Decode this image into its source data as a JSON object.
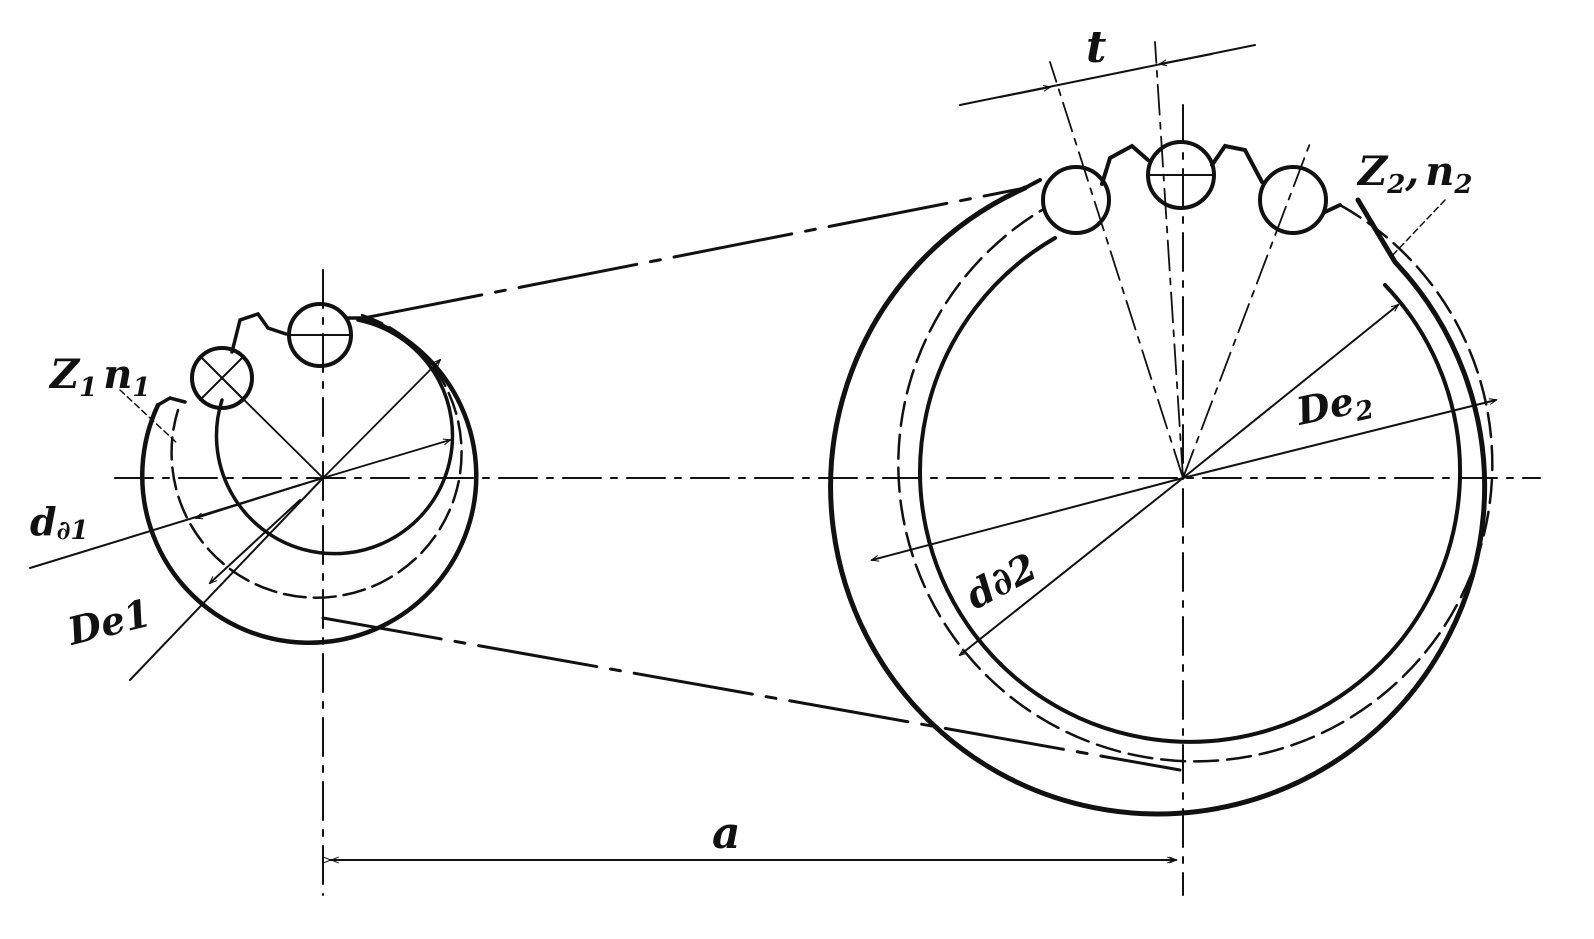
{
  "colors": {
    "ink": "#111111",
    "paper": "#ffffff"
  },
  "labels": {
    "pitch": "t",
    "center_distance": "a",
    "z1_main": "Z",
    "z1_sub": "1",
    "n1_main": "n",
    "n1_sub": "1",
    "z2_main": "Z",
    "z2_sub": "2",
    "sep": ",",
    "n2_main": "n",
    "n2_sub": "2",
    "dd1_main": "d",
    "dd1_sub": "∂1",
    "de1": "De1",
    "de2_main": "De",
    "de2_sub": "2",
    "dd2": "d∂2"
  }
}
